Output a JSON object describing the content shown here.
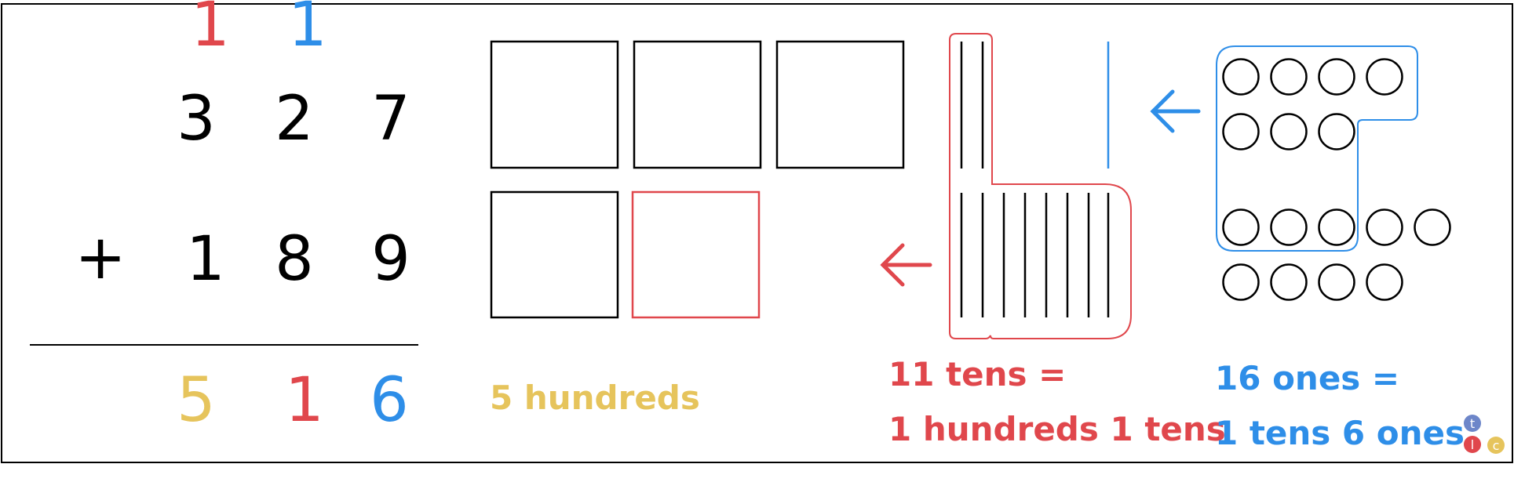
{
  "colors": {
    "hundreds": "#e6c45c",
    "tens": "#e0474c",
    "ones": "#2e8ee8",
    "ink": "#000000"
  },
  "problem": {
    "carry_tens": "1",
    "carry_hundreds": "1",
    "top": [
      "3",
      "2",
      "7"
    ],
    "operator": "+",
    "bottom": [
      "1",
      "8",
      "9"
    ],
    "result": [
      "5",
      "1",
      "6"
    ]
  },
  "blocks": {
    "hundreds_flats": 4,
    "regrouped_hundred_flats": 1,
    "tens_rods_in_group": 10,
    "extra_tens_rods": 1,
    "ones_in_group": 10,
    "extra_ones": 6
  },
  "labels": {
    "hundreds_total": "5 hundreds",
    "tens_line1": "11 tens =",
    "tens_line2": "1 hundreds 1 tens",
    "ones_line1": "16 ones =",
    "ones_line2": "1 tens 6 ones"
  },
  "icons": {
    "tens_arrow": "arrow-left-icon",
    "ones_arrow": "arrow-left-icon"
  },
  "logo": {
    "t": "t",
    "l": "l",
    "c": "c"
  }
}
